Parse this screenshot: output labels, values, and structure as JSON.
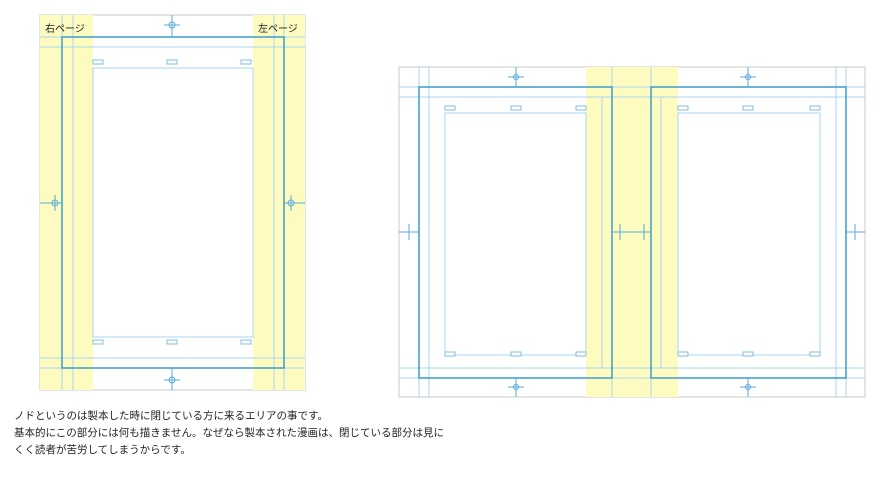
{
  "diagram": {
    "right_page_label": "右ページ",
    "left_page_label": "左ページ",
    "colors": {
      "gutter": "#fefbc0",
      "frame": "#3a9ccc",
      "guide": "#a8d4ee",
      "border": "#c8c8c8"
    }
  },
  "description": {
    "lines": [
      "ノドというのは製本した時に閉じている方に来るエリアの事です。",
      "基本的にこの部分には何も描きません。なぜなら製本された漫画は、閉じている部分は見に",
      "くく読者が苦労してしまうからです。"
    ]
  }
}
